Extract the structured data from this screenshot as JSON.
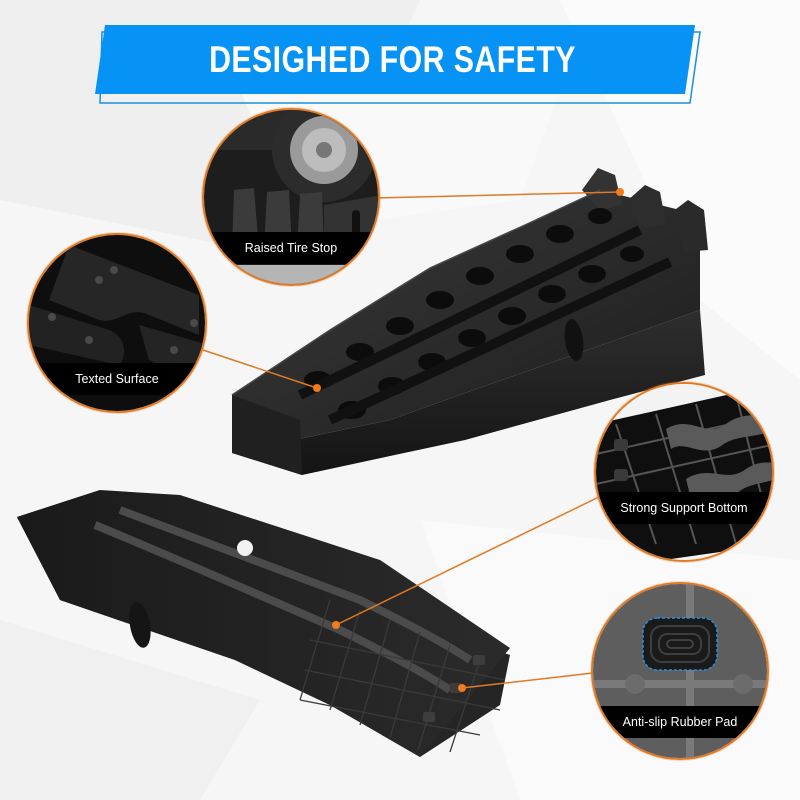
{
  "banner": {
    "title": "DESIGHED FOR SAFETY",
    "fill_color": "#0693f5",
    "outline_color": "#1a8fe0"
  },
  "accent_color": "#e07a24",
  "callouts": [
    {
      "id": "raised-tire-stop",
      "label": "Raised Tire Stop",
      "icon": "tire-stop-closeup"
    },
    {
      "id": "texted-surface",
      "label": "Texted Surface",
      "icon": "textured-surface-closeup"
    },
    {
      "id": "strong-support-bottom",
      "label": "Strong Support Bottom",
      "icon": "support-grid-closeup"
    },
    {
      "id": "anti-slip-rubber-pad",
      "label": "Anti-slip Rubber Pad",
      "icon": "rubber-pad-closeup"
    }
  ],
  "products": [
    {
      "name": "ramp-top-view",
      "description": "black car ramp, top view with textured surface and raised tire stop"
    },
    {
      "name": "ramp-bottom-view",
      "description": "black car ramp, underside view with support grid and rubber pads"
    }
  ]
}
